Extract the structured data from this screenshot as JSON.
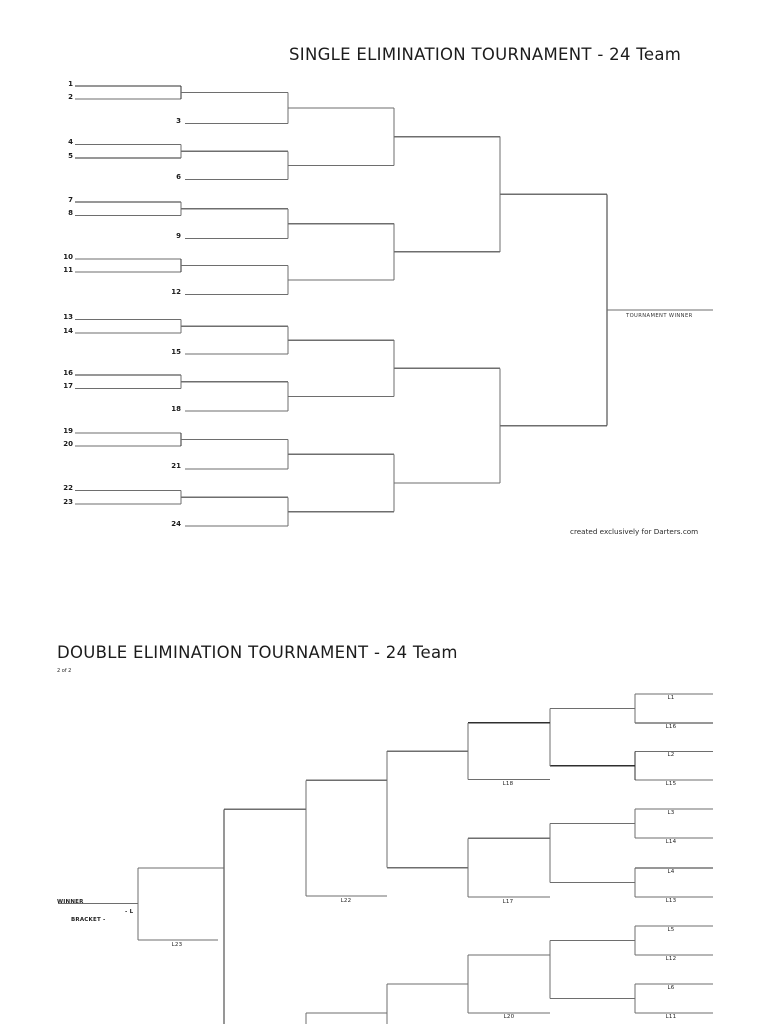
{
  "single": {
    "title": "SINGLE ELIMINATION TOURNAMENT - 24 Team",
    "seeds": [
      "1",
      "2",
      "3",
      "4",
      "5",
      "6",
      "7",
      "8",
      "9",
      "10",
      "11",
      "12",
      "13",
      "14",
      "15",
      "16",
      "17",
      "18",
      "19",
      "20",
      "21",
      "22",
      "23",
      "24"
    ],
    "winner_label": "TOURNAMENT WINNER",
    "credit": "created exclusively for Darters.com"
  },
  "double": {
    "title": "DOUBLE ELIMINATION TOURNAMENT - 24 Team",
    "page_indicator": "2 of 2",
    "loser_entries": [
      "L1",
      "L16",
      "L2",
      "L15",
      "L3",
      "L14",
      "L4",
      "L13",
      "L5",
      "L12",
      "L6",
      "L11"
    ],
    "feed_labels": {
      "l18": "L18",
      "l17": "L17",
      "l20": "L20",
      "l22": "L22",
      "l23": "L23"
    },
    "final_labels": {
      "winner": "WINNER",
      "line2": "- L",
      "line3": "BRACKET -"
    }
  },
  "colors": {
    "background": "#ffffff",
    "line": "#6e6e6e",
    "line_dark": "#2f2f2f",
    "text": "#1c1c1c"
  }
}
